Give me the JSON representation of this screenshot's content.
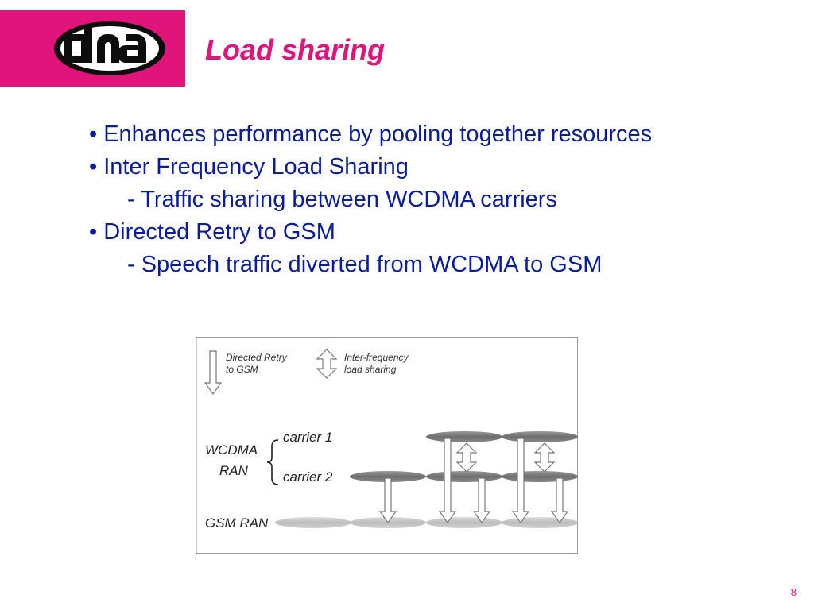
{
  "header": {
    "logo_text": "dna",
    "title": "Load sharing"
  },
  "bullets": [
    {
      "text": "• Enhances performance by pooling together resources",
      "level": 0
    },
    {
      "text": "• Inter Frequency Load Sharing",
      "level": 0
    },
    {
      "text": "- Traffic sharing between WCDMA carriers",
      "level": 1
    },
    {
      "text": "• Directed Retry to GSM",
      "level": 0
    },
    {
      "text": "- Speech traffic diverted from WCDMA to GSM",
      "level": 1
    }
  ],
  "diagram": {
    "legend_directed_retry": [
      "Directed Retry",
      "to GSM"
    ],
    "legend_load_sharing": [
      "Inter-frequency",
      "load sharing"
    ],
    "wcdma_label": [
      "WCDMA",
      "RAN"
    ],
    "carrier1_label": "carrier 1",
    "carrier2_label": "carrier 2",
    "gsm_label": "GSM RAN"
  },
  "footer": {
    "page_number": "8"
  },
  "colors": {
    "brand_pink": "#e0147a",
    "text_blue": "#0a1c9c"
  }
}
